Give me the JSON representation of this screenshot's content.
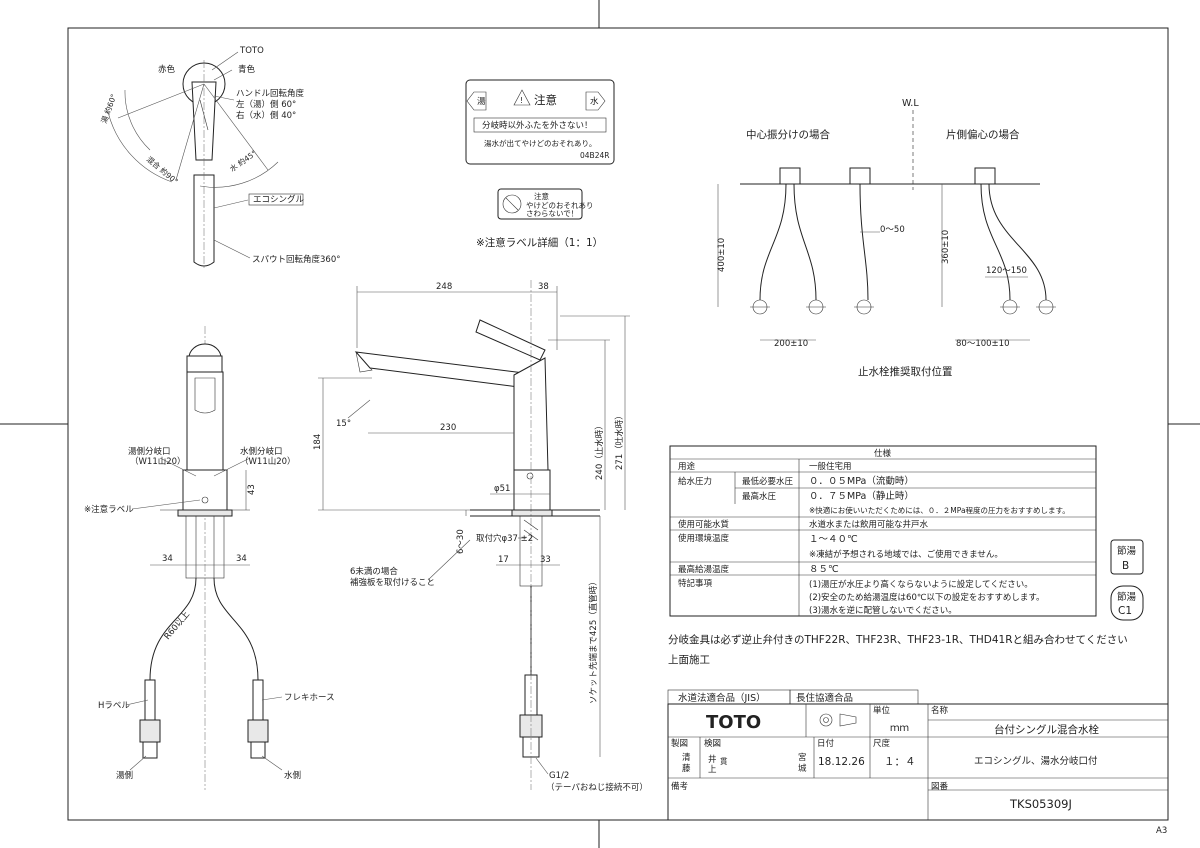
{
  "sheet_size": "A3",
  "top_view": {
    "brand_mark": "TOTO",
    "red": "赤色",
    "blue": "青色",
    "handle_rotation": "ハンドル回転角度",
    "left_hot": "左（湯）側 60°",
    "right_cold": "右（水）側 40°",
    "hot_angle_label": "湯 約60°",
    "hot_mix_label": "混合 約90°",
    "cold_angle_label": "水 約45°",
    "eco_single": "エコシングル",
    "spout_rotation": "スパウト回転角度360°"
  },
  "caution_label": {
    "hot_arrow": "湯",
    "title": "注意",
    "cold_arrow": "水",
    "warning": "分岐時以外ふたを外さない！",
    "note": "湯水が出てやけどのおそれあり。",
    "code": "04B24R",
    "small_title": "注意",
    "small_line1": "やけどのおそれあり",
    "small_line2": "さわらないで！",
    "caption": "※注意ラベル詳細（1：1）"
  },
  "front_view": {
    "hot_branch": "湯側分岐口",
    "hot_branch_spec": "（W11山20）",
    "cold_branch": "水側分岐口",
    "cold_branch_spec": "（W11山20）",
    "caution_label_ref": "※注意ラベル",
    "dim_43": "43",
    "dim_34_left": "34",
    "dim_34_right": "34",
    "bend_radius": "R60以上",
    "h_label": "Hラベル",
    "flex_hose": "フレキホース",
    "hot_side": "湯側",
    "cold_side": "水側"
  },
  "side_view": {
    "dim_248": "248",
    "dim_38": "38",
    "dim_15": "15°",
    "dim_230": "230",
    "dim_184": "184",
    "dim_240": "240（止水時）",
    "dim_271": "271（吐水時）",
    "dim_51": "φ51",
    "dim_6_30": "6～30",
    "hole": "取付穴φ37 ±2",
    "dim_17": "17",
    "dim_33": "33",
    "plate_note_1": "6未満の場合",
    "plate_note_2": "補強板を取付けること",
    "socket": "ソケット先端まで425（直管時）",
    "thread": "G1/2",
    "thread_note": "（テーパおねじ接続不可）"
  },
  "valve_positions": {
    "wl": "W.L",
    "center": "中心振分けの場合",
    "offset": "片側偏心の場合",
    "dim_400": "400±10",
    "dim_0_50": "0～50",
    "dim_200": "200±10",
    "dim_360": "360±10",
    "dim_120_150": "120～150",
    "dim_80_100": "80～100±10",
    "caption": "止水栓推奨取付位置"
  },
  "spec_table": {
    "title": "仕様",
    "rows": [
      {
        "label": "用途",
        "sub": "",
        "value": "一般住宅用"
      },
      {
        "label": "給水圧力",
        "sub": "最低必要水圧",
        "value": "０．０５MPa（流動時）"
      },
      {
        "label": "",
        "sub": "最高水圧",
        "value": "０．７５MPa（静止時）"
      },
      {
        "label": "",
        "sub": "",
        "value": "※快適にお使いいただくためには、０．２MPa程度の圧力をおすすめします。"
      },
      {
        "label": "使用可能水質",
        "sub": "",
        "value": "水道水または飲用可能な井戸水"
      },
      {
        "label": "使用環境温度",
        "sub": "",
        "value": "１～４０℃"
      },
      {
        "label": "",
        "sub": "",
        "value": "※凍結が予想される地域では、ご使用できません。"
      },
      {
        "label": "最高給湯温度",
        "sub": "",
        "value": "８５℃"
      },
      {
        "label": "特記事項",
        "sub": "",
        "value": "(1)湯圧が水圧より高くならないように設定してください。"
      },
      {
        "label": "",
        "sub": "",
        "value": "(2)安全のため給湯温度は60℃以下の設定をおすすめします。"
      },
      {
        "label": "",
        "sub": "",
        "value": "(3)湯水を逆に配管しないでください。"
      }
    ]
  },
  "badges": {
    "b_top": "節湯",
    "b_bottom": "B",
    "c1_top": "節湯",
    "c1_bottom": "C1"
  },
  "notes": {
    "line1": "分岐金具は必ず逆止弁付きのTHF22R、THF23R、THF23-1R、THD41Rと組み合わせてください",
    "line2": "上面施工"
  },
  "title_block": {
    "jis": "水道法適合品（JIS）",
    "chouju": "長住協適合品",
    "logo": "TOTO",
    "unit_label": "単位",
    "unit": "ｍｍ",
    "name_label": "名称",
    "name": "台付シングル混合水栓",
    "drawn_label": "製図",
    "check_label": "検図",
    "date_label": "日付",
    "scale_label": "尺度",
    "drawn_by_1": "清",
    "drawn_by_2": "藤",
    "check_by_1": "井",
    "check_by_2": "上",
    "check_sub": "貫",
    "approve_1": "宮",
    "approve_2": "城",
    "date": "18.12.26",
    "scale": "１：４",
    "subtitle": "エコシングル、湯水分岐口付",
    "remarks_label": "備考",
    "drawing_no_label": "図番",
    "drawing_no": "TKS05309J"
  }
}
